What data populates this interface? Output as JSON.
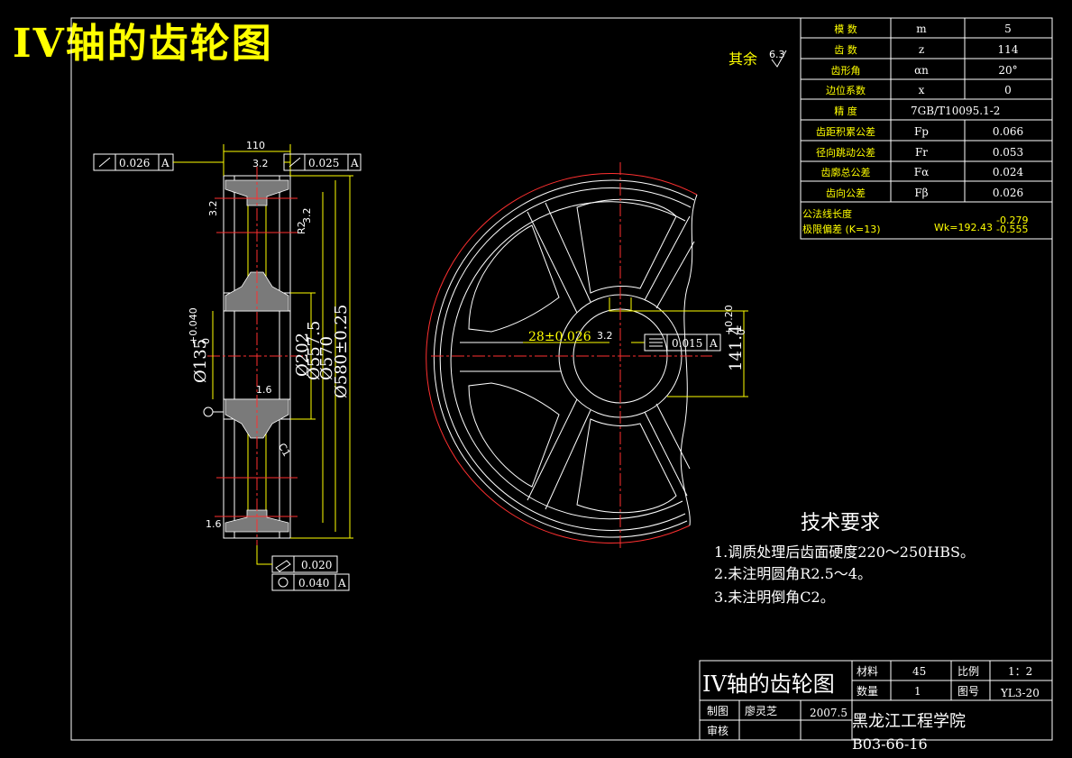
{
  "page_title": "IV轴的齿轮图",
  "roughness_other": "其余",
  "roughness_other_value": "6.3",
  "params": [
    {
      "name": "模  数",
      "symbol": "m",
      "value": "5"
    },
    {
      "name": "齿  数",
      "symbol": "z",
      "value": "114"
    },
    {
      "name": "齿形角",
      "symbol": "αn",
      "value": "20°"
    },
    {
      "name": "边位系数",
      "symbol": "x",
      "value": "0"
    },
    {
      "name": "精  度",
      "symbol": "",
      "value": "7GB/T10095.1-2"
    },
    {
      "name": "齿距积累公差",
      "symbol": "Fp",
      "value": "0.066"
    },
    {
      "name": "径向跳动公差",
      "symbol": "Fr",
      "value": "0.053"
    },
    {
      "name": "齿廓总公差",
      "symbol": "Fα",
      "value": "0.024"
    },
    {
      "name": "齿向公差",
      "symbol": "Fβ",
      "value": "0.026"
    }
  ],
  "wk_label_line1": "公法线长度",
  "wk_label_line2": "极限偏差 (K=13)",
  "wk_value": "Wk=192.43",
  "wk_tol_upper": "-0.279",
  "wk_tol_lower": "-0.555",
  "section_view": {
    "width_dim": "110",
    "roughness_top": "3.2",
    "roughness_left": "3.2",
    "roughness_inner": "R2",
    "roughness_inner2": "3.2",
    "roughness_mid": "1.6",
    "roughness_bottom": "1.6",
    "roughness_chamfer": "C1",
    "tol_left": "0.026",
    "tol_left_datum": "A",
    "tol_right": "0.025",
    "tol_right_datum": "A",
    "tol_flat": "0.020",
    "tol_parallel": "0.040",
    "tol_parallel_datum": "A",
    "dia_bore": "Ø135",
    "dia_bore_tol_upper": "+0.040",
    "dia_bore_tol_lower": "0",
    "dia_hub": "Ø202",
    "dia_web": "Ø557.5",
    "dia_root": "Ø570",
    "dia_tip": "Ø580±0.25"
  },
  "front_view": {
    "key_width": "28±0.026",
    "key_roughness": "3.2",
    "sym_tol": "0.015",
    "sym_datum": "A",
    "key_depth": "141.4",
    "key_depth_tol": "+0.20",
    "key_depth_tol_lower": "0"
  },
  "tech_req_title": "技术要求",
  "tech_req": [
    "1.调质处理后齿面硬度220～250HBS。",
    "2.未注明圆角R2.5～4。",
    "3.未注明倒角C2。"
  ],
  "title_block": {
    "title": "IV轴的齿轮图",
    "material_label": "材料",
    "material": "45",
    "scale_label": "比例",
    "scale": "1：2",
    "qty_label": "数量",
    "qty": "1",
    "drawing_no_label": "图号",
    "drawing_no": "YL3-20",
    "drawn_label": "制图",
    "drawn_by": "廖灵芝",
    "date": "2007.5",
    "checked_label": "审核",
    "school": "黑龙江工程学院",
    "class_code": "B03-66-16"
  }
}
